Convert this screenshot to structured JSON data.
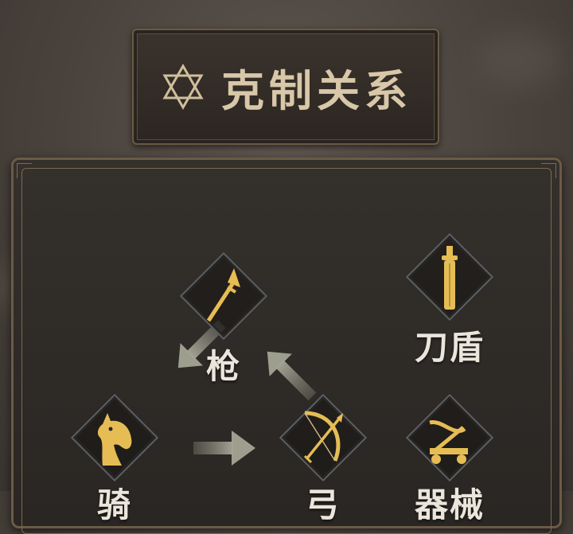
{
  "title": {
    "icon": "hexagram-icon",
    "text": "克制关系"
  },
  "units": {
    "spear": {
      "label": "枪",
      "icon": "spear-icon"
    },
    "cavalry": {
      "label": "骑",
      "icon": "horse-head-icon"
    },
    "archer": {
      "label": "弓",
      "icon": "bow-arrow-icon"
    },
    "shield": {
      "label": "刀盾",
      "icon": "sword-shield-icon"
    },
    "siege": {
      "label": "器械",
      "icon": "siege-cart-icon"
    }
  },
  "arrows": [
    {
      "name": "spear-to-cavalry-arrow"
    },
    {
      "name": "cavalry-to-archer-arrow"
    },
    {
      "name": "archer-to-spear-arrow"
    }
  ],
  "colors": {
    "gold": "#e6bd55",
    "label": "#ebe6dc",
    "frame": "#6b5b45",
    "diamond_border": "#5b6064"
  }
}
